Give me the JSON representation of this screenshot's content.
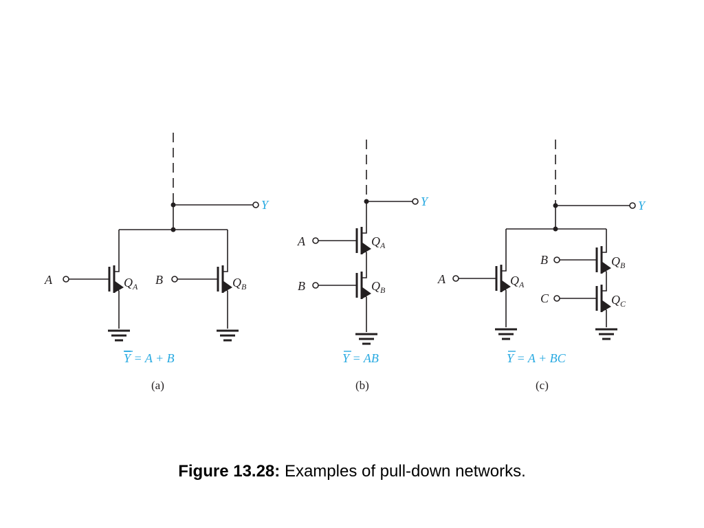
{
  "caption": {
    "label": "Figure 13.28:",
    "text": " Examples of pull-down networks."
  },
  "colors": {
    "wire": "#231f20",
    "accent": "#27a9e1"
  },
  "panels": [
    {
      "id": "a",
      "panel_label": "(a)",
      "output_label": "Y",
      "equation_bar": "Y",
      "equation_rest": " = A + B",
      "inputs": [
        "A",
        "B"
      ],
      "transistors": [
        {
          "name": "Q",
          "sub": "A"
        },
        {
          "name": "Q",
          "sub": "B"
        }
      ]
    },
    {
      "id": "b",
      "panel_label": "(b)",
      "output_label": "Y",
      "equation_bar": "Y",
      "equation_rest": " = AB",
      "inputs": [
        "A",
        "B"
      ],
      "transistors": [
        {
          "name": "Q",
          "sub": "A"
        },
        {
          "name": "Q",
          "sub": "B"
        }
      ]
    },
    {
      "id": "c",
      "panel_label": "(c)",
      "output_label": "Y",
      "equation_bar": "Y",
      "equation_rest": " = A + BC",
      "inputs": [
        "A",
        "B",
        "C"
      ],
      "transistors": [
        {
          "name": "Q",
          "sub": "A"
        },
        {
          "name": "Q",
          "sub": "B"
        },
        {
          "name": "Q",
          "sub": "C"
        }
      ]
    }
  ]
}
